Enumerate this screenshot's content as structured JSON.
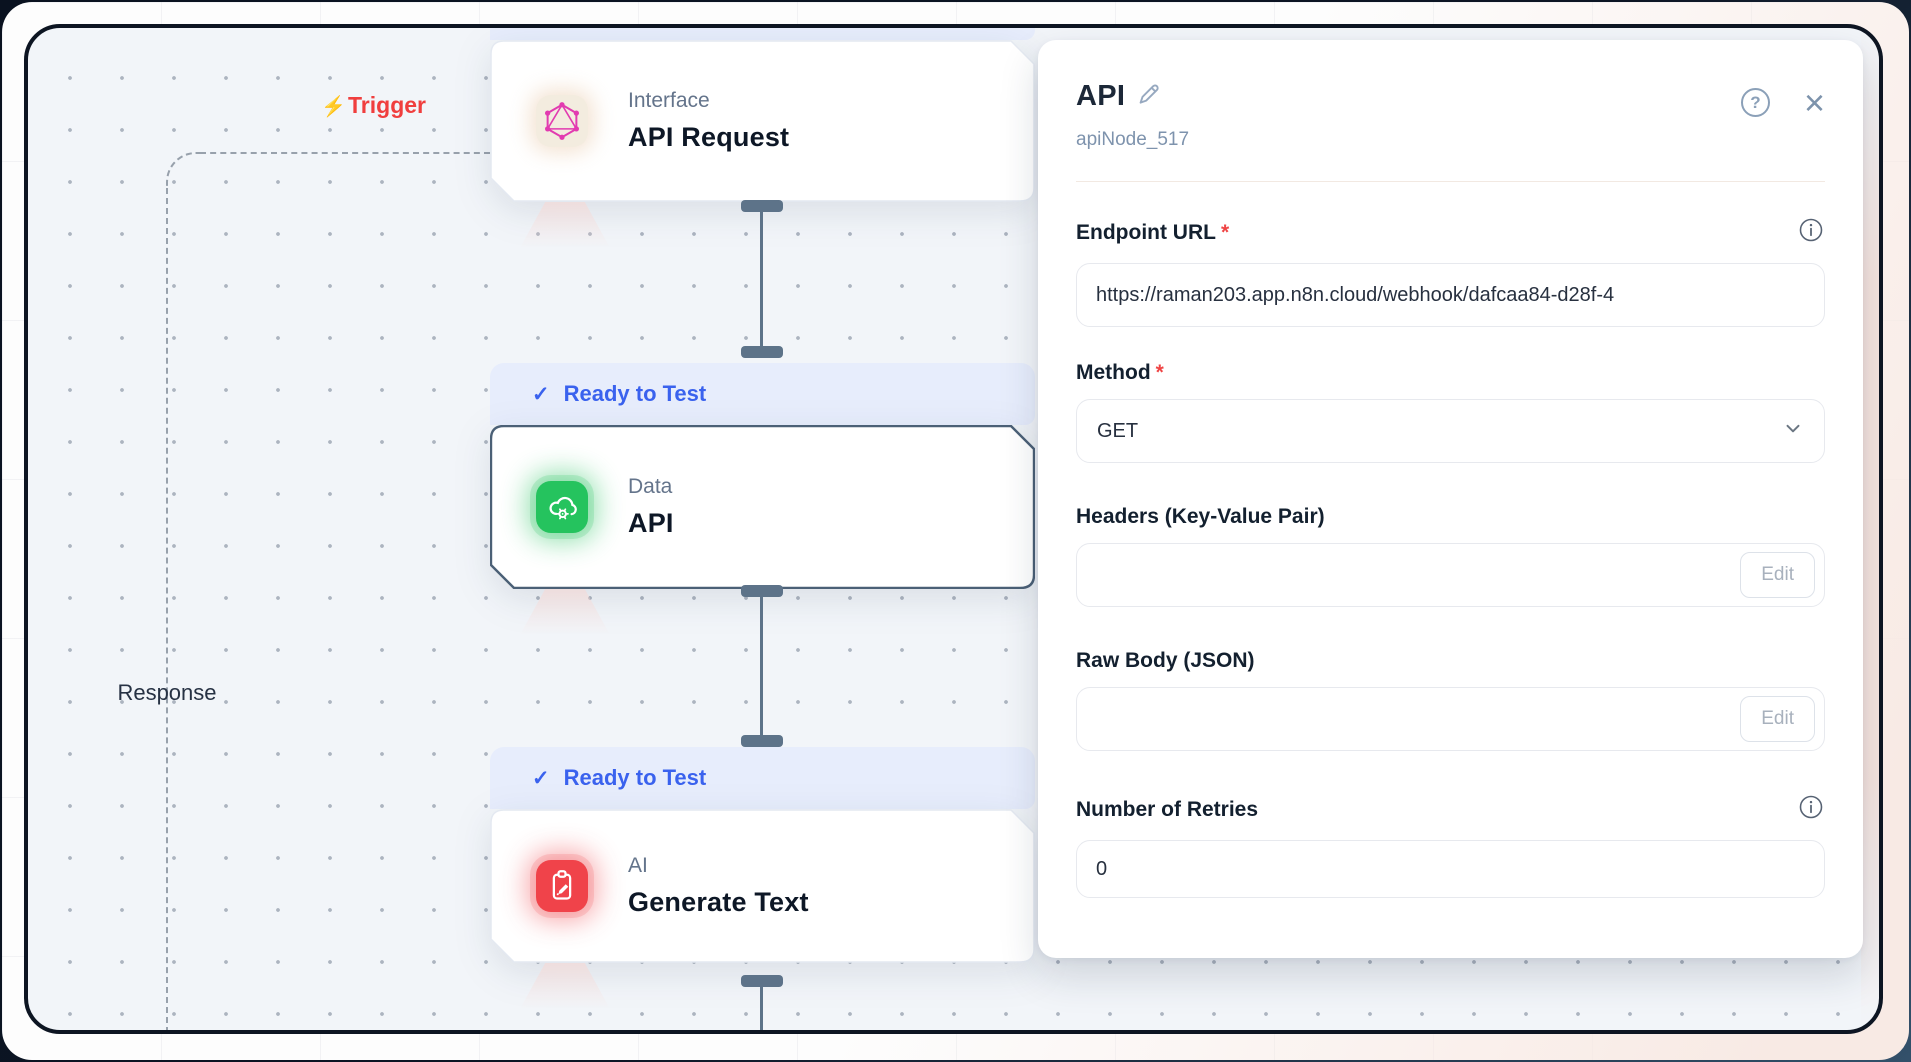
{
  "canvas": {
    "trigger_label": "Trigger",
    "trigger_bolt": "⚡",
    "response_label": "Response",
    "badge_check": "✓",
    "nodes": [
      {
        "category": "Interface",
        "title": "API Request"
      },
      {
        "category": "Data",
        "title": "API",
        "badge": "Ready to Test"
      },
      {
        "category": "AI",
        "title": "Generate Text",
        "badge": "Ready to Test"
      }
    ]
  },
  "panel": {
    "title": "API",
    "subtitle": "apiNode_517",
    "help_glyph": "?",
    "close_glyph": "×",
    "required_mark": "*",
    "endpoint": {
      "label": "Endpoint URL",
      "value": "https://raman203.app.n8n.cloud/webhook/dafcaa84-d28f-4"
    },
    "method": {
      "label": "Method",
      "value": "GET"
    },
    "headers": {
      "label": "Headers (Key-Value Pair)",
      "value": "",
      "edit_label": "Edit"
    },
    "raw_body": {
      "label": "Raw Body (JSON)",
      "value": "",
      "edit_label": "Edit"
    },
    "retries": {
      "label": "Number of Retries",
      "value": "0"
    }
  },
  "colors": {
    "accent_blue": "#3a62ee",
    "trigger_red": "#f03e3e",
    "node_green": "#25c35e",
    "node_red": "#f0434a",
    "graphql_pink": "#e23bb0",
    "connector": "#5d7389"
  }
}
